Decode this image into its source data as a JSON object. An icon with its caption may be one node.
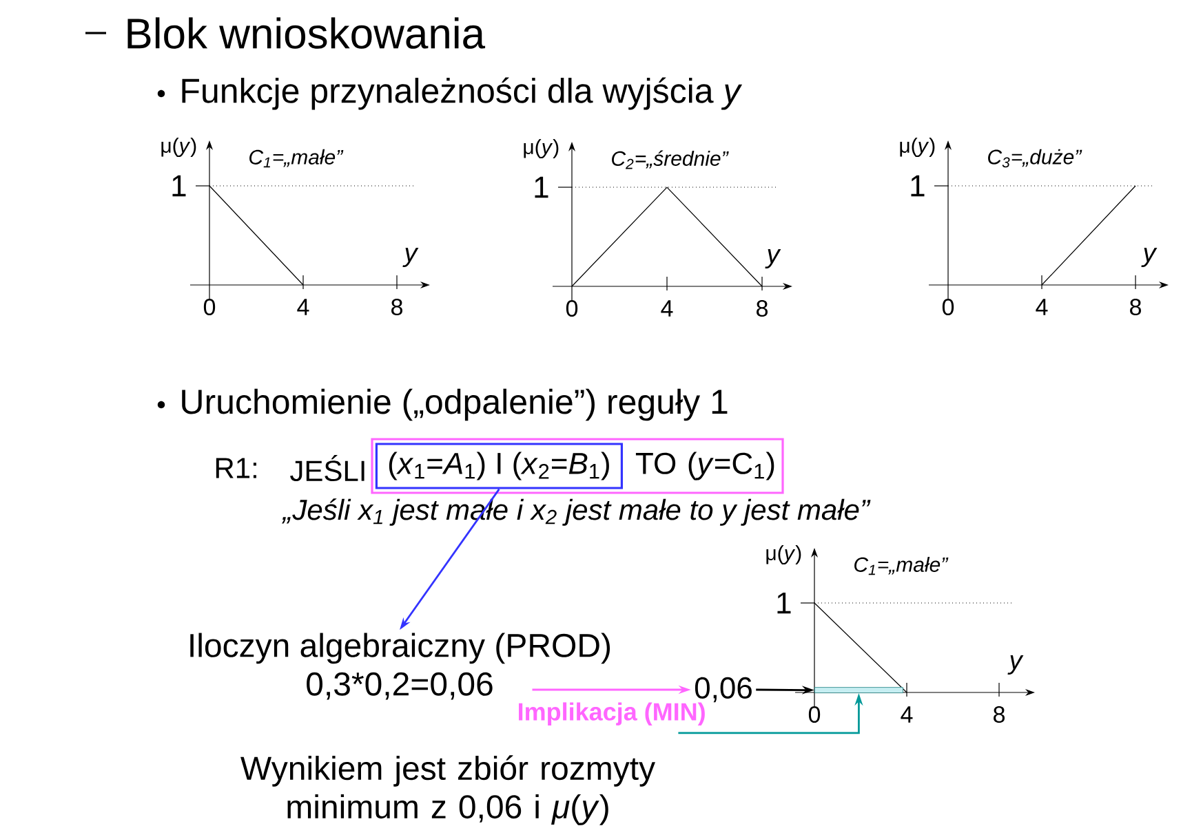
{
  "diagram": {
    "title": "Blok wnioskowania",
    "nodes": [
      {
        "text": [
          "TO (*y*=C$_{1}$)"
        ]
      },
      {
        "text": [
          "(*x*$_{1}$=*A*$_{1}$) I (*x*$_{2}$=*B*$_{1}$)"
        ],
        "in": 0
      },
      {
        "text": [
          "Iloczyn algebraiczny (PROD)",
          "0,3*0,2=0,06"
        ]
      },
      {
        "text": [
          "0,06"
        ]
      },
      {
        "text": [],
        "shape": "bar"
      },
      {
        "text": [
          "Wynikiem jest zbiór rozmyty minimum z 0,06 i *μ*(*y*)"
        ]
      }
    ],
    "edges": [
      {
        "from": 1,
        "to": 2,
        "arrow": "to",
        "color": "#3333ff"
      },
      {
        "from": 2,
        "to": 3,
        "arrow": "to",
        "color": "#ff66ff",
        "label": "Implikacja (MIN)"
      },
      {
        "from": 3,
        "to": 4,
        "arrow": "to",
        "color": "#000000"
      },
      {
        "from": 5,
        "to": 4,
        "arrow": "to",
        "color": "#009999"
      }
    ],
    "labels": [
      "Funkcje przynależności dla wyjścia *y*",
      "μ(*y*)",
      "C$_{1}$=„małe”",
      "1",
      "y",
      "0",
      "4",
      "8",
      "μ(*y*)",
      "C$_{2}$=„średnie”",
      "1",
      "y",
      "0",
      "4",
      "8",
      "μ(*y*)",
      "C$_{3}$=„duże”",
      "1",
      "y",
      "0",
      "4",
      "8",
      "Uruchomienie („odpalenie”) reguły 1",
      "R1:",
      "JEŚLI",
      "„Jeśli x$_{1}$ jest małe i x$_{2}$ jest małe to y jest małe”",
      "μ(*y*)",
      "C$_{1}$=„małe”",
      "1",
      "y",
      "0",
      "4",
      "8"
    ]
  }
}
